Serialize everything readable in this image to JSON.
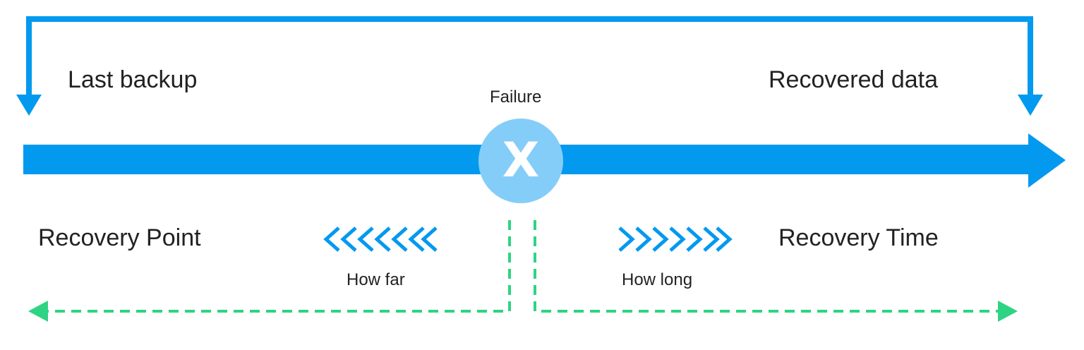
{
  "labels": {
    "last_backup": "Last backup",
    "recovered_data": "Recovered data",
    "failure": "Failure",
    "failure_symbol": "X",
    "recovery_point": "Recovery Point",
    "recovery_time": "Recovery Time",
    "how_far": "How far",
    "how_long": "How long"
  },
  "colors": {
    "timeline": "#0399ef",
    "failure_circle": "#85cdf9",
    "dashed": "#2ed483",
    "text": "#222222"
  },
  "icons": {
    "chevrons_left": "double-chevron-left-icon",
    "chevrons_right": "double-chevron-right-icon"
  }
}
